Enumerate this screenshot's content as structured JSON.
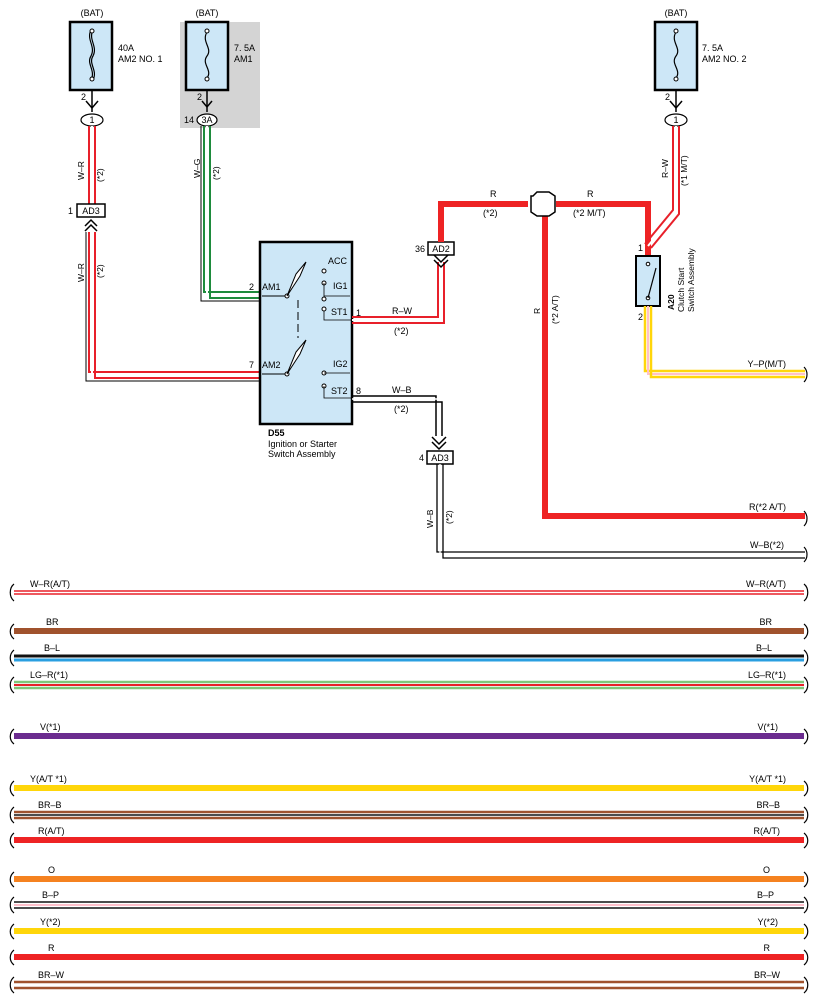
{
  "colors": {
    "box_fill": "#cde7f7",
    "gray_box": "#d4d4d4",
    "white_red": "#e8202a",
    "white_green": "#1e8b3c",
    "red": "#ee2324",
    "yellow": "#ffd60a",
    "orange": "#f58220",
    "brown": "#a0522d",
    "blue": "#2a9fe0",
    "black": "#111111",
    "purple": "#6b2c8f",
    "light_green": "#7fc77a",
    "pink": "#ffc0cb"
  },
  "fuses": [
    {
      "source": "(BAT)",
      "rating": "40A",
      "name": "AM2 NO. 1",
      "pin": "2",
      "connector": "1"
    },
    {
      "source": "(BAT)",
      "rating": "7. 5A",
      "name": "AM1",
      "pin": "2",
      "connector_pin": "14",
      "connector": "3A"
    },
    {
      "source": "(BAT)",
      "rating": "7. 5A",
      "name": "AM2 NO. 2",
      "pin": "2",
      "connector": "1"
    }
  ],
  "connectors": {
    "ad3_top": {
      "pin": "1",
      "id": "AD3"
    },
    "ad2": {
      "pin": "36",
      "id": "AD2"
    },
    "ad3_bottom": {
      "pin": "4",
      "id": "AD3"
    }
  },
  "switch_d55": {
    "id": "D55",
    "name_line1": "Ignition or Starter",
    "name_line2": "Switch Assembly",
    "pins": {
      "am1": "2",
      "am2": "7",
      "st1": "1",
      "st2": "8"
    },
    "terminals": [
      "AM1",
      "AM2",
      "ACC",
      "IG1",
      "ST1",
      "IG2",
      "ST2"
    ]
  },
  "switch_a20": {
    "id": "A20",
    "name_line1": "Clutch Start",
    "name_line2": "Switch Assembly",
    "pin_top": "1",
    "pin_bottom": "2"
  },
  "wire_labels": {
    "wr_top": "W–R",
    "wr_top_note": "(*2)",
    "wr_mid": "W–R",
    "wr_mid_note": "(*2)",
    "wg": "W–G",
    "wg_note": "(*2)",
    "rw_st1": "R–W",
    "rw_st1_note": "(*2)",
    "wb_st2": "W–B",
    "wb_st2_note": "(*2)",
    "r_left": "R",
    "r_left_note": "(*2)",
    "r_right": "R",
    "r_right_note": "(*2 M/T)",
    "r_vert": "R",
    "r_vert_note": "(*2 A/T)",
    "rw_right": "R–W",
    "rw_right_note": "(*1 M/T)",
    "wb_vert": "W–B",
    "wb_vert_note": "(*2)",
    "yp_mt": "Y–P(M/T)",
    "r_2at": "R(*2 A/T)",
    "wb_2": "W–B(*2)"
  },
  "buses": [
    {
      "left": "W–R(A/T)",
      "right": "W–R(A/T)"
    },
    {
      "left": "BR",
      "right": "BR"
    },
    {
      "left": "B–L",
      "right": "B–L"
    },
    {
      "left": "LG–R(*1)",
      "right": "LG–R(*1)"
    },
    {
      "left": "V(*1)",
      "right": "V(*1)"
    },
    {
      "left": "Y(A/T *1)",
      "right": "Y(A/T *1)"
    },
    {
      "left": "BR–B",
      "right": "BR–B"
    },
    {
      "left": "R(A/T)",
      "right": "R(A/T)"
    },
    {
      "left": "O",
      "right": "O"
    },
    {
      "left": "B–P",
      "right": "B–P"
    },
    {
      "left": "Y(*2)",
      "right": "Y(*2)"
    },
    {
      "left": "R",
      "right": "R"
    },
    {
      "left": "BR–W",
      "right": "BR–W"
    }
  ]
}
